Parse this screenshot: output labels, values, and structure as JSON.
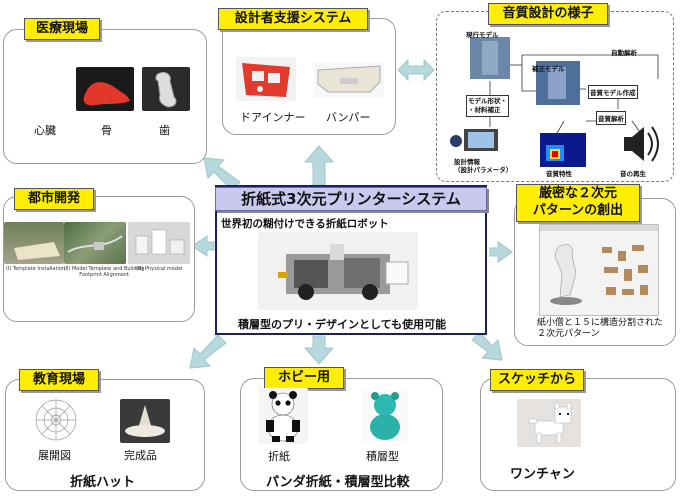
{
  "center": {
    "title": "折紙式3次元プリンターシステム",
    "subtitle": "世界初の糊付けできる折紙ロボット",
    "caption": "積層型のプリ・デザインとしても使用可能"
  },
  "medical": {
    "title": "医療現場",
    "labels": [
      "心臓",
      "骨",
      "歯"
    ]
  },
  "designer": {
    "title": "設計者支援システム",
    "labels": [
      "ドアインナー",
      "バンパー"
    ]
  },
  "sound": {
    "title": "音質設計の様子",
    "nodes": {
      "current_model": "現行モデル",
      "shape_material": "モデル形状・\n・材料補正",
      "auto_analysis": "自動解析",
      "corrected_model": "補正モデル",
      "sound_model": "音質モデル作成",
      "sound_analysis": "音質解析",
      "design_info": "設計情報\n（設計パラメータ）",
      "sound_char": "音質特性",
      "playback": "音の再生"
    }
  },
  "urban": {
    "title": "都市開発",
    "captions": [
      "(Ⅰ) Template Installation",
      "(Ⅱ) Model Template and Building\nFootprint Alignment",
      "(Ⅲ) Physical model"
    ]
  },
  "pattern": {
    "title": "厳密な２次元\nパターンの創出",
    "caption": "紙小僧と１５に構造分割された\n２次元パターン"
  },
  "education": {
    "title": "教育現場",
    "labels": [
      "展開図",
      "完成品"
    ],
    "footer": "折紙ハット"
  },
  "hobby": {
    "title": "ホビー用",
    "labels": [
      "折紙",
      "積層型"
    ],
    "footer": "パンダ折紙・積層型比較"
  },
  "sketch": {
    "title": "スケッチから",
    "footer": "ワンチャン"
  },
  "colors": {
    "accent_yellow": "#ffee00",
    "center_header": "#c9c8ef",
    "arrow": "#b7d8dc",
    "center_border": "#1b1f5e"
  }
}
